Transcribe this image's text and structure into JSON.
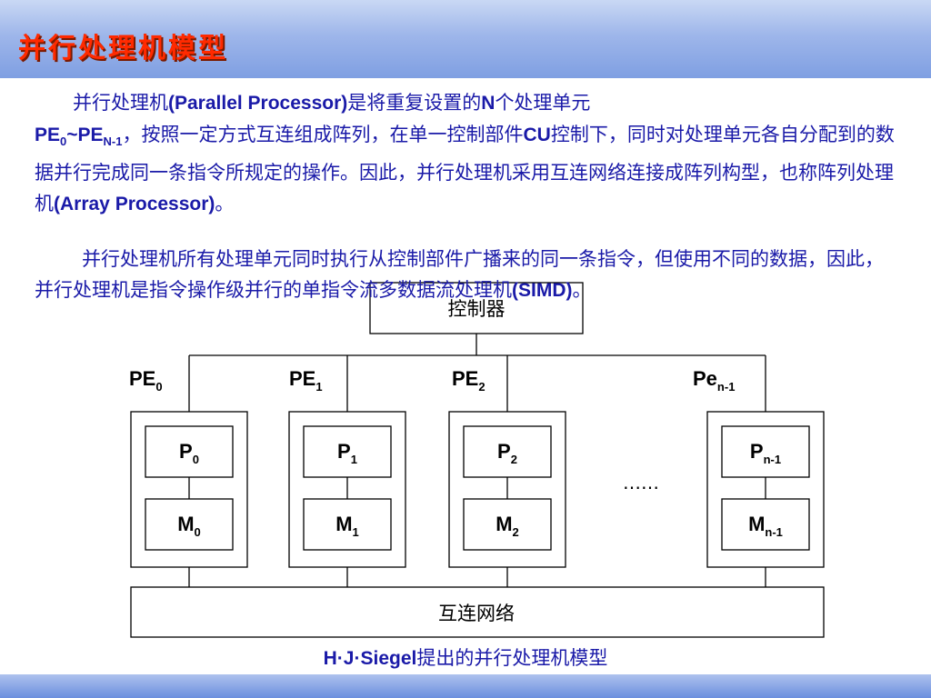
{
  "title": "并行处理机模型",
  "para1": {
    "t1": "并行处理机",
    "t2": "(Parallel Processor)",
    "t3": "是将重复设置的",
    "t4": "N",
    "t5": "个处理单元",
    "pe": "PE",
    "sub0": "0",
    "tilde": "~",
    "subN": "N-1",
    "t6": "，按照一定方式互连组成阵列，在单一控制部件",
    "t7": "CU",
    "t8": "控制下，同时对处理单元各自分配到的数据并行完成同一条指令所规定的操作。因此，并行处理机采用互连网络连接成阵列构型，也称阵列处理机",
    "t9": "(Array Processor)",
    "t10": "。"
  },
  "para2": {
    "t1": "并行处理机所有处理单元同时执行从控制部件广播来的同一条指令，但使用不同的数据，因此，并行处理机是指令操作级并行的单指令流多数据流处理机",
    "t2": "(SIMD)",
    "t3": "。"
  },
  "diagram": {
    "controller": "控制器",
    "network": "互连网络",
    "ellipsis": "……",
    "units": [
      {
        "pe": "PE",
        "pe_sub": "0",
        "p": "P",
        "m": "M",
        "sub": "0"
      },
      {
        "pe": "PE",
        "pe_sub": "1",
        "p": "P",
        "m": "M",
        "sub": "1"
      },
      {
        "pe": "PE",
        "pe_sub": "2",
        "p": "P",
        "m": "M",
        "sub": "2"
      },
      {
        "pe": "Pe",
        "pe_sub": "n-1",
        "p": "P",
        "m": "M",
        "sub": "n-1"
      }
    ]
  },
  "caption": {
    "bold": "H·J·Siegel",
    "rest": "提出的并行处理机模型"
  }
}
